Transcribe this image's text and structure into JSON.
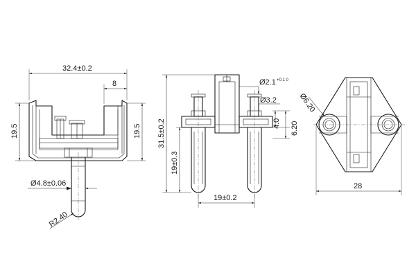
{
  "views": {
    "side": {
      "width_dim": "32.4±0.2",
      "top_small_dim": "8",
      "height_left_dim": "19.5",
      "height_right_dim": "19.5",
      "pin_diameter_dim": "Ø4.8±0.06",
      "tip_radius_dim": "R2.40"
    },
    "front": {
      "hole_dia_dim": "Ø2.1",
      "hole_tol_dim": "+0.1 0",
      "collar_dia_dim": "Ø3.2",
      "total_height_dim": "31.5±0.2",
      "pin_length_dim": "19±0.3",
      "pin_spacing_dim": "19±0.2",
      "collar_height_dim": "4.0",
      "collar_offset_dim": "6.20"
    },
    "top": {
      "hole_dia_dim": "Ø6.20",
      "width_dim": "28"
    }
  }
}
